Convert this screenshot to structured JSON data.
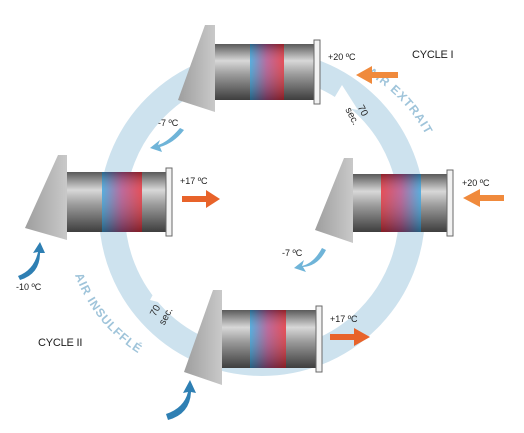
{
  "cycles": {
    "cycle1": "CYCLE I",
    "cycle2": "CYCLE II"
  },
  "curved_labels": {
    "extract": "AIR EXTRAIT",
    "supply": "AIR INSULFFLÉ"
  },
  "timers": {
    "top_right": {
      "value": "70",
      "unit": "sec."
    },
    "bottom_left": {
      "value": "70",
      "unit": "sec."
    }
  },
  "temperatures": {
    "top_unit_out": "+20 ºC",
    "top_unit_in": "-7 ºC",
    "left_unit_out": "+17 ºC",
    "left_unit_in": "-10 ºC",
    "right_unit_out": "+20 ºC",
    "right_unit_in": "-7 ºC",
    "bottom_unit_out": "+17 ºC"
  },
  "colors": {
    "ring": "#cde2ee",
    "ring_arrow": "#ffffff",
    "hot_arrow": "#e8632a",
    "warm_arrow": "#f08a3c",
    "cold_arrow": "#2e7fb3",
    "cold_arrow_light": "#6fb4d8",
    "wall": "#b3b3b3",
    "duct": "#8c8c8c"
  },
  "icons": {
    "unit": "heat-recovery-ventilator-icon",
    "arrow_out": "hot-air-arrow-icon",
    "arrow_in": "cold-air-arrow-icon"
  }
}
